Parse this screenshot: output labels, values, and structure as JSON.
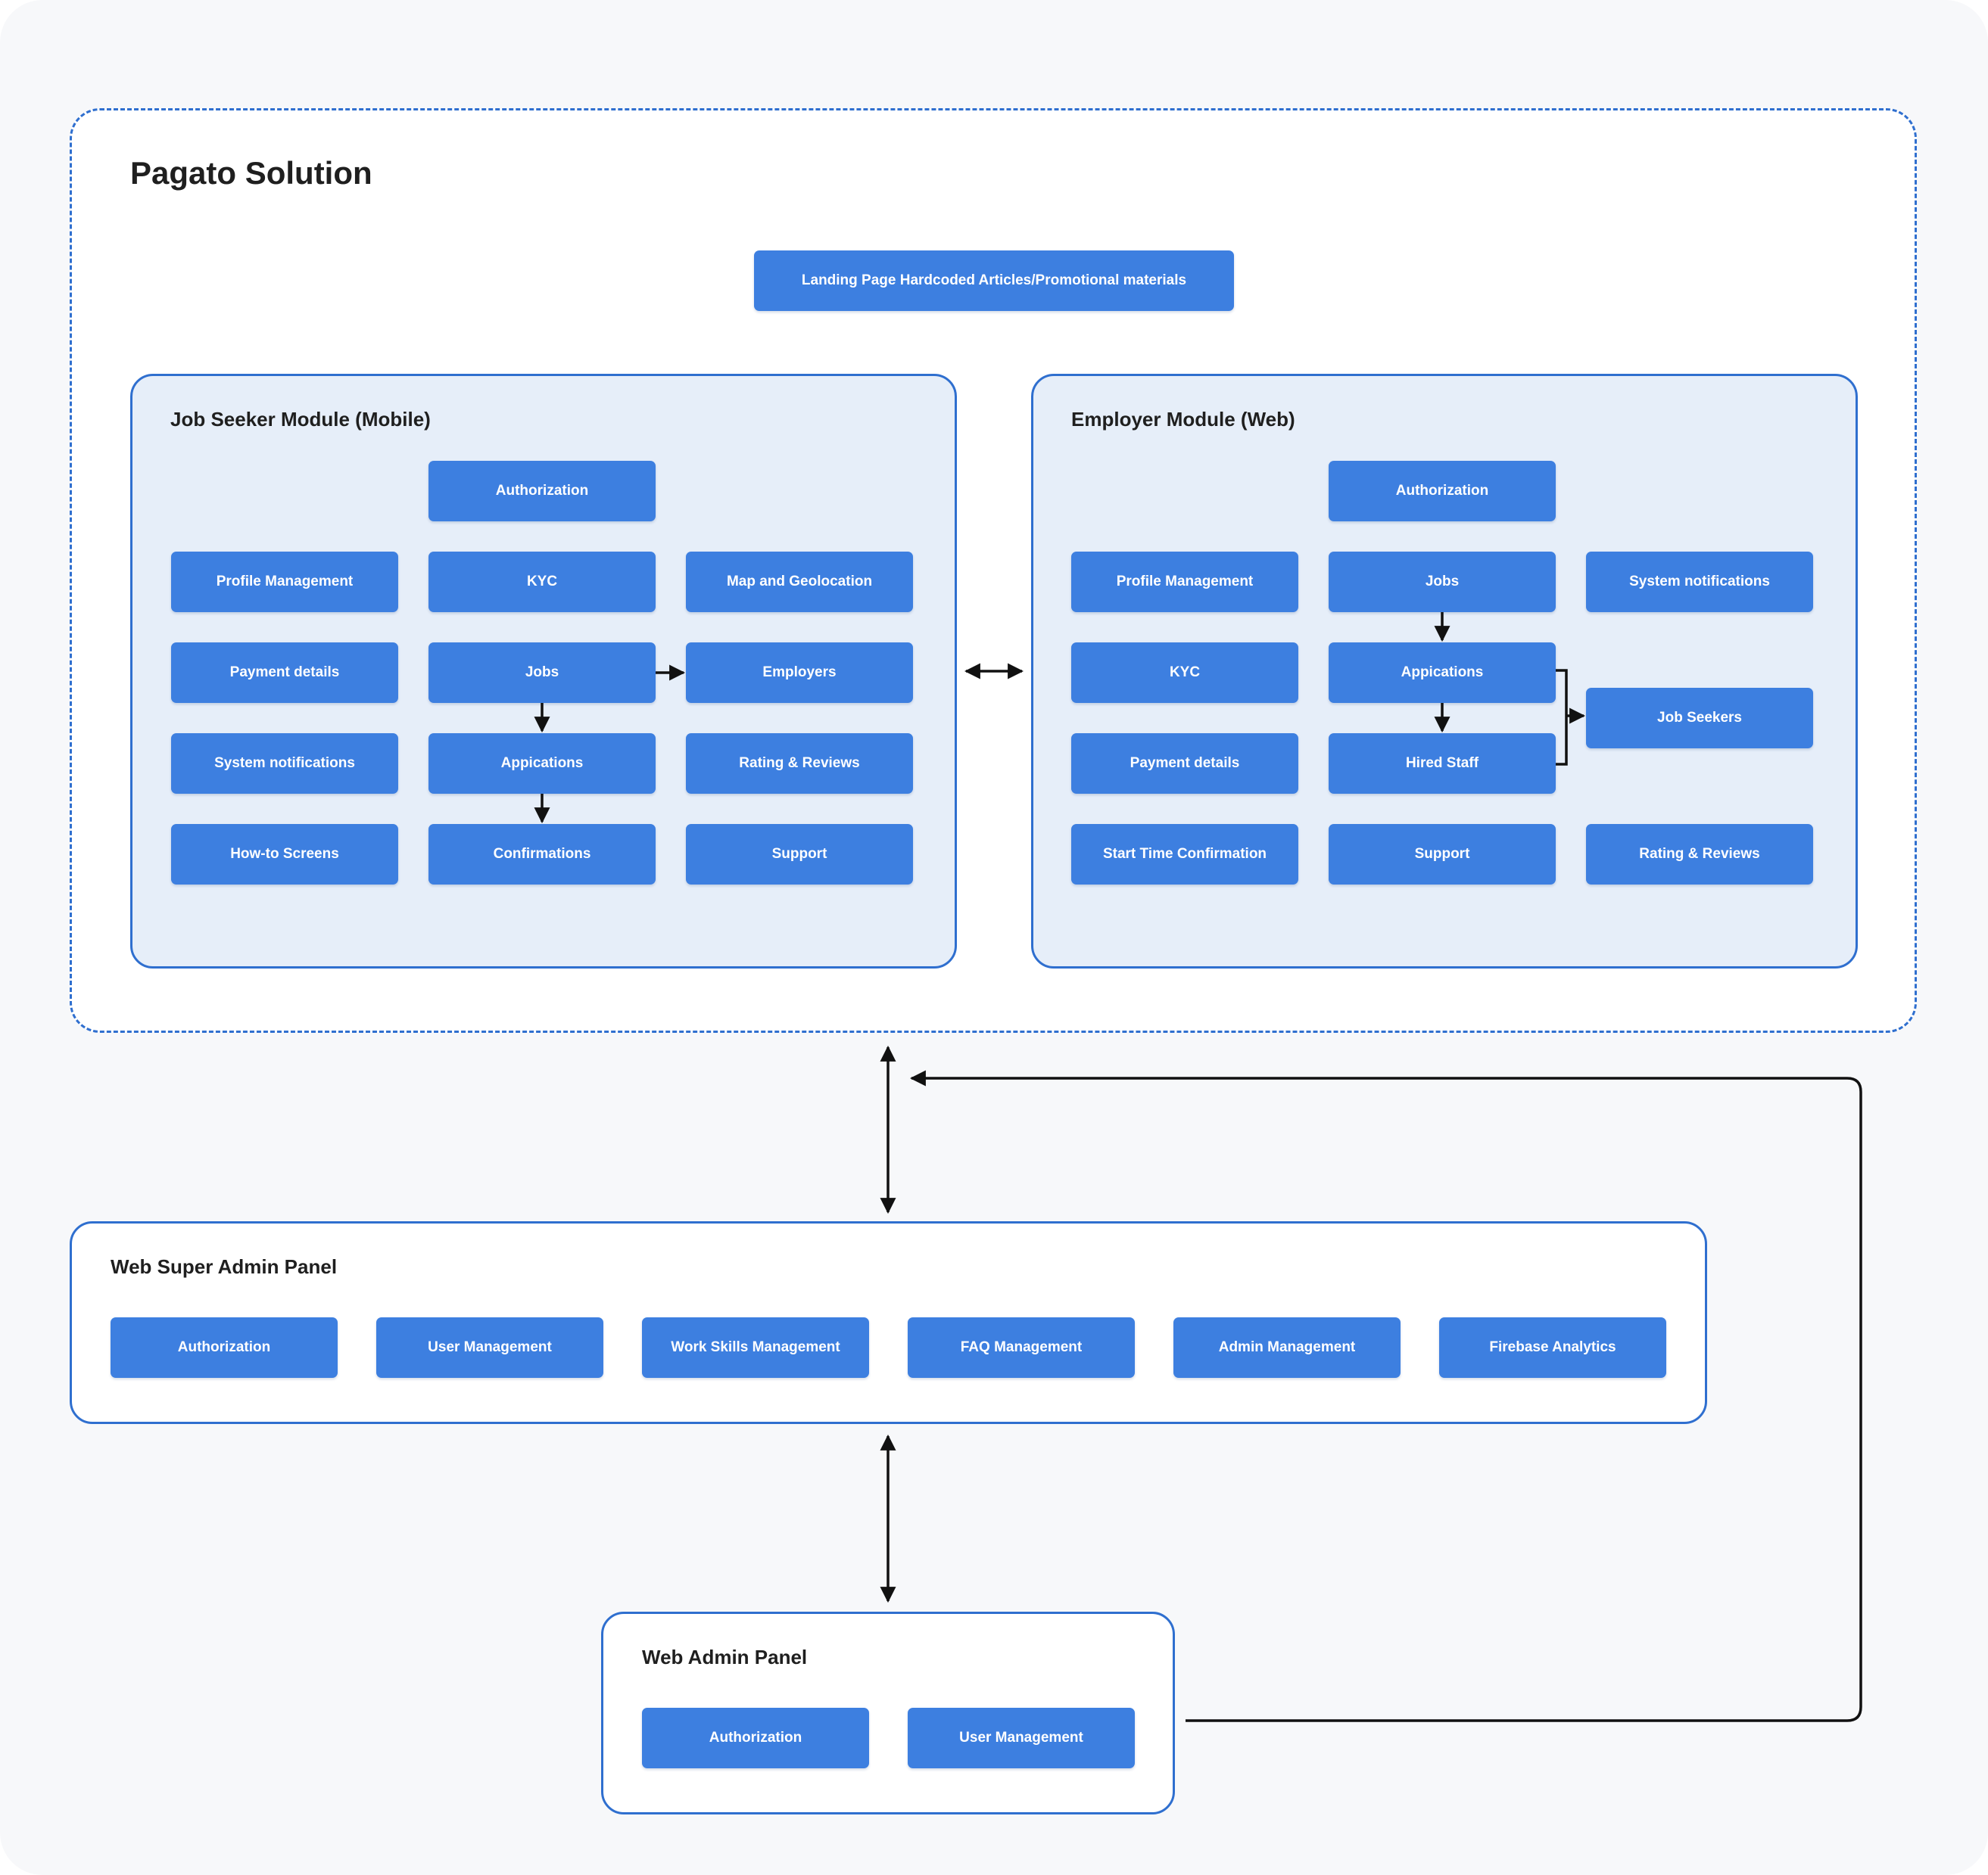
{
  "title": "Pagato Solution",
  "landing": "Landing Page Hardcoded Articles/Promotional materials",
  "job_seeker": {
    "title": "Job Seeker Module (Mobile)",
    "authorization": "Authorization",
    "profile_management": "Profile Management",
    "kyc": "KYC",
    "map_geolocation": "Map and Geolocation",
    "payment_details": "Payment details",
    "jobs": "Jobs",
    "employers": "Employers",
    "system_notifications": "System notifications",
    "applications": "Appications",
    "rating_reviews": "Rating & Reviews",
    "how_to_screens": "How-to Screens",
    "confirmations": "Confirmations",
    "support": "Support"
  },
  "employer": {
    "title": "Employer Module (Web)",
    "authorization": "Authorization",
    "profile_management": "Profile Management",
    "jobs": "Jobs",
    "system_notifications": "System notifications",
    "kyc": "KYC",
    "applications": "Appications",
    "job_seekers": "Job Seekers",
    "payment_details": "Payment details",
    "hired_staff": "Hired Staff",
    "start_time_confirmation": "Start Time Confirmation",
    "support": "Support",
    "rating_reviews": "Rating & Reviews"
  },
  "super_admin": {
    "title": "Web Super Admin Panel",
    "authorization": "Authorization",
    "user_management": "User Management",
    "work_skills_management": "Work Skills Management",
    "faq_management": "FAQ Management",
    "admin_management": "Admin Management",
    "firebase_analytics": "Firebase Analytics"
  },
  "admin": {
    "title": "Web Admin Panel",
    "authorization": "Authorization",
    "user_management": "User Management"
  },
  "colors": {
    "node": "#3d7fe0",
    "border": "#2f6fcf",
    "module_fill": "#e6eef9",
    "connector": "#111111"
  }
}
